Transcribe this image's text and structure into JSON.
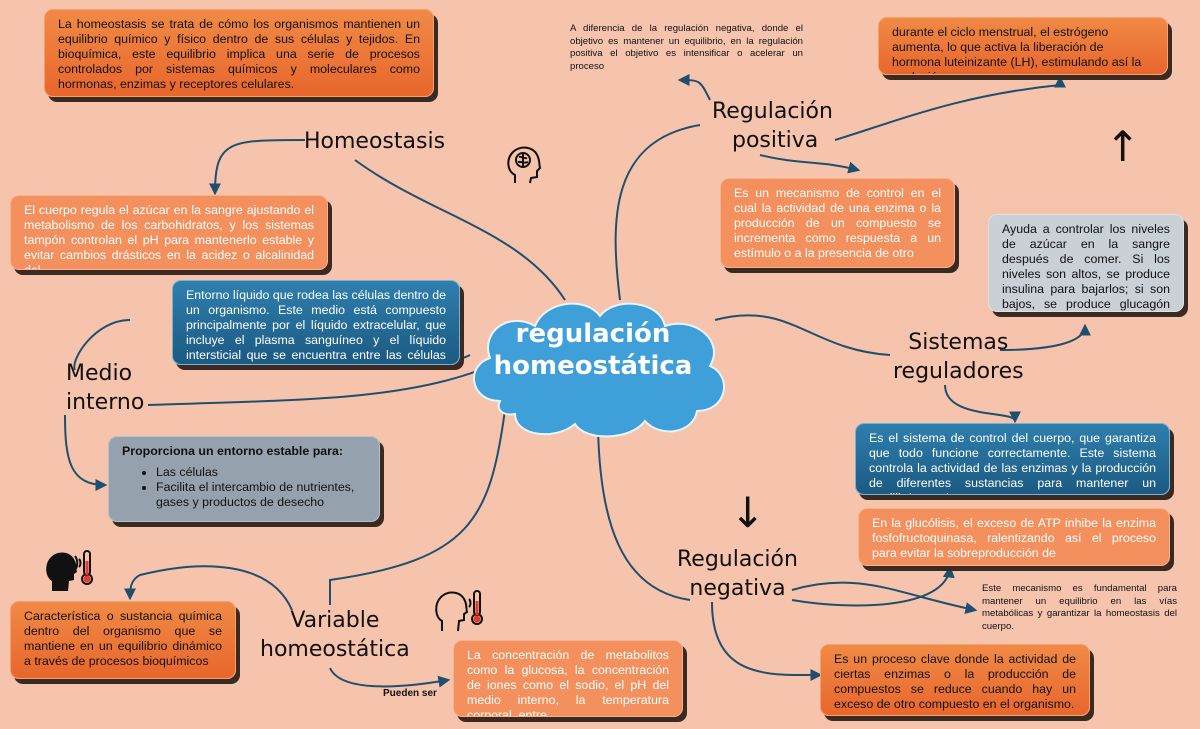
{
  "center": {
    "line1": "regulación",
    "line2": "homeostática"
  },
  "labels": {
    "homeostasis": "Homeostasis",
    "positive_line1": "Regulación",
    "positive_line2": "positiva",
    "systems_line1": "Sistemas",
    "systems_line2": "reguladores",
    "negative_line1": "Regulación",
    "negative_line2": "negativa",
    "variable_line1": "Variable",
    "variable_line2": "homeostática",
    "medio_line1": "Medio",
    "medio_line2": "interno",
    "pueden_ser": "Pueden ser"
  },
  "boxes": {
    "homeostasis_def": "La homeostasis se trata de cómo los organismos mantienen un equilibrio químico y físico dentro de sus células y tejidos. En bioquímica, este equilibrio implica una serie de procesos controlados por sistemas químicos y moleculares como hormonas, enzimas y receptores celulares.",
    "sugar": "El cuerpo regula el azúcar en la sangre ajustando el metabolismo de los carbohidratos, y los sistemas tampón controlan el pH para mantenerlo estable y evitar cambios drásticos en la acidez o alcalinidad del",
    "medio_def": "Entorno líquido que rodea las células dentro de un organismo. Este medio está compuesto principalmente por el líquido extracelular, que incluye el plasma sanguíneo y el líquido intersticial que se encuentra entre las células de",
    "entorno_title": "Proporciona un entorno estable para:",
    "entorno_items": [
      "Las células",
      "Facilita el intercambio de nutrientes, gases y productos de desecho"
    ],
    "caracteristica": "Característica o sustancia química dentro del organismo que se mantiene en un equilibrio dinámico a través de procesos bioquímicos",
    "concentracion": "La concentración de metabolitos como la glucosa, la concentración de iones como el sodio, el pH del medio interno, la temperatura corporal, entre",
    "menstrual": "durante el ciclo menstrual, el estrógeno aumenta, lo que activa la liberación de hormona luteinizante (LH), estimulando así la ovulación.",
    "positiva_def": "Es un mecanismo de control en el cual la actividad de una enzima o la producción de un compuesto se incrementa como respuesta a un estímulo o a la presencia de otro",
    "insulina": "Ayuda a controlar los niveles de azúcar en la sangre después de comer. Si los niveles son altos, se produce insulina para bajarlos; si son bajos, se produce glucagón para subirlos.",
    "sistema_def": "Es el sistema de control del cuerpo, que garantiza que todo funcione correctamente. Este sistema controla la actividad de las enzimas y la producción de diferentes sustancias para mantener un equilibrio en el",
    "glucolisis": "En la glucólisis, el exceso de ATP inhibe la enzima fosfofructoquinasa, ralentizando así el proceso para evitar la sobreproducción de",
    "negativa_def": "Es un proceso clave donde la actividad de ciertas enzimas o la producción de compuestos se reduce cuando hay un exceso de otro compuesto en el organismo."
  },
  "notes": {
    "positiva_note": "A diferencia de la regulación negativa, donde el objetivo es mantener un equilibrio, en la regulación positiva el objetivo es intensificar o acelerar un proceso",
    "negativa_note": "Este mecanismo es fundamental para mantener un equilibrio en las vías metabólicas y garantizar la homeostasis del cuerpo."
  },
  "symbols": {
    "up_arrow": "↑",
    "down_arrow": "↓"
  },
  "icons": [
    "brain-head-icon",
    "head-thermometer-icon",
    "head-thermometer-outline-icon"
  ],
  "colors": {
    "background": "#f6c3ad",
    "orange": "#e8662c",
    "blue": "#1b5a82",
    "grey": "#95a2ad",
    "cloud": "#3f9fd8",
    "line": "#1f4f6e"
  }
}
